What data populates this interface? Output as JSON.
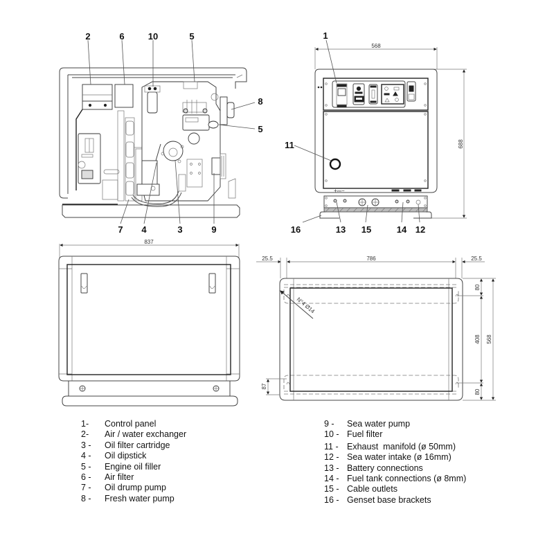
{
  "callouts": {
    "side_view": [
      "2",
      "6",
      "10",
      "5",
      "8",
      "5",
      "7",
      "4",
      "3",
      "9"
    ],
    "front_view": [
      "1",
      "11",
      "16",
      "13",
      "15",
      "14",
      "12"
    ]
  },
  "dimensions": {
    "front_width": "568",
    "front_height": "688",
    "rear_width": "837",
    "base_left_offset": "25.5",
    "base_hole_spacing": "786",
    "base_right_offset": "25.5",
    "base_top_margin": "80",
    "base_mid_spacing": "408",
    "base_depth": "568",
    "base_bottom_margin": "80",
    "base_left_margin": "87",
    "hole_annotation": "N°4 Ø14"
  },
  "legend": {
    "left": [
      {
        "num": "1-",
        "label": "Control panel"
      },
      {
        "num": "2-",
        "label": "Air / water exchanger"
      },
      {
        "num": "3 -",
        "label": "Oil filter cartridge"
      },
      {
        "num": "4 -",
        "label": "Oil dipstick"
      },
      {
        "num": "5 -",
        "label": "Engine oil filler"
      },
      {
        "num": "6 -",
        "label": "Air filter"
      },
      {
        "num": "7 -",
        "label": "Oil drump pump"
      },
      {
        "num": "8 -",
        "label": "Fresh water pump"
      }
    ],
    "right": [
      {
        "num": "9 -",
        "label": "Sea water pump"
      },
      {
        "num": "10 -",
        "label": "Fuel filter"
      },
      {
        "num": "11 -",
        "label": "Exhaust  manifold (ø 50mm)"
      },
      {
        "num": "12 -",
        "label": "Sea water intake (ø 16mm)"
      },
      {
        "num": "13 -",
        "label": "Battery connections"
      },
      {
        "num": "14 -",
        "label": "Fuel tank connections (ø 8mm)"
      },
      {
        "num": "15 -",
        "label": "Cable outlets"
      },
      {
        "num": "16 -",
        "label": "Genset base brackets"
      }
    ]
  },
  "colors": {
    "line": "#444444",
    "background": "#ffffff"
  }
}
